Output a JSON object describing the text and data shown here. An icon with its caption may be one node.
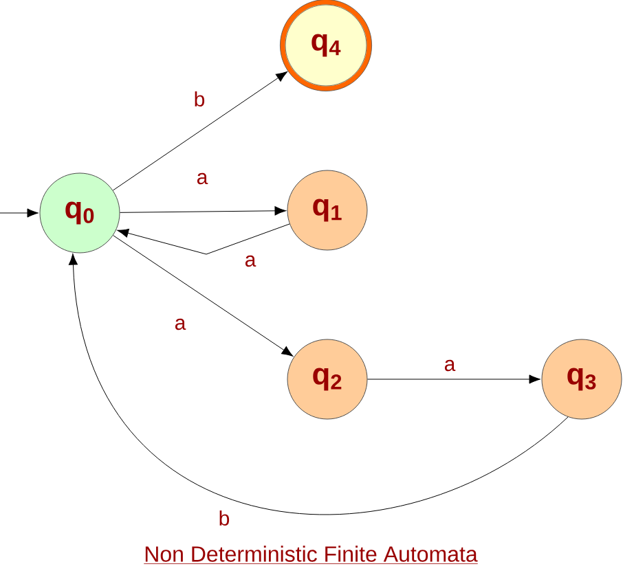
{
  "diagram": {
    "caption": "Non Deterministic Finite Automata",
    "nodes": [
      {
        "text": [
          "q$_{0}$"
        ]
      },
      {
        "text": [
          "q$_{4}$"
        ]
      },
      {
        "text": [
          "q$_{1}$"
        ]
      },
      {
        "text": [
          "q$_{2}$"
        ]
      },
      {
        "text": [
          "q$_{3}$"
        ]
      }
    ],
    "edges": [
      {
        "from": null,
        "to": 0,
        "arrow": "to"
      },
      {
        "from": 0,
        "to": 1,
        "arrow": "to",
        "label": "b"
      },
      {
        "from": 0,
        "to": 2,
        "arrow": "to",
        "label": "a"
      },
      {
        "from": 2,
        "to": 0,
        "arrow": "to",
        "label": "a"
      },
      {
        "from": 0,
        "to": 3,
        "arrow": "to",
        "label": "a"
      },
      {
        "from": 3,
        "to": 4,
        "arrow": "to",
        "label": "a"
      },
      {
        "from": 4,
        "to": 0,
        "arrow": "to",
        "label": "b"
      }
    ]
  }
}
